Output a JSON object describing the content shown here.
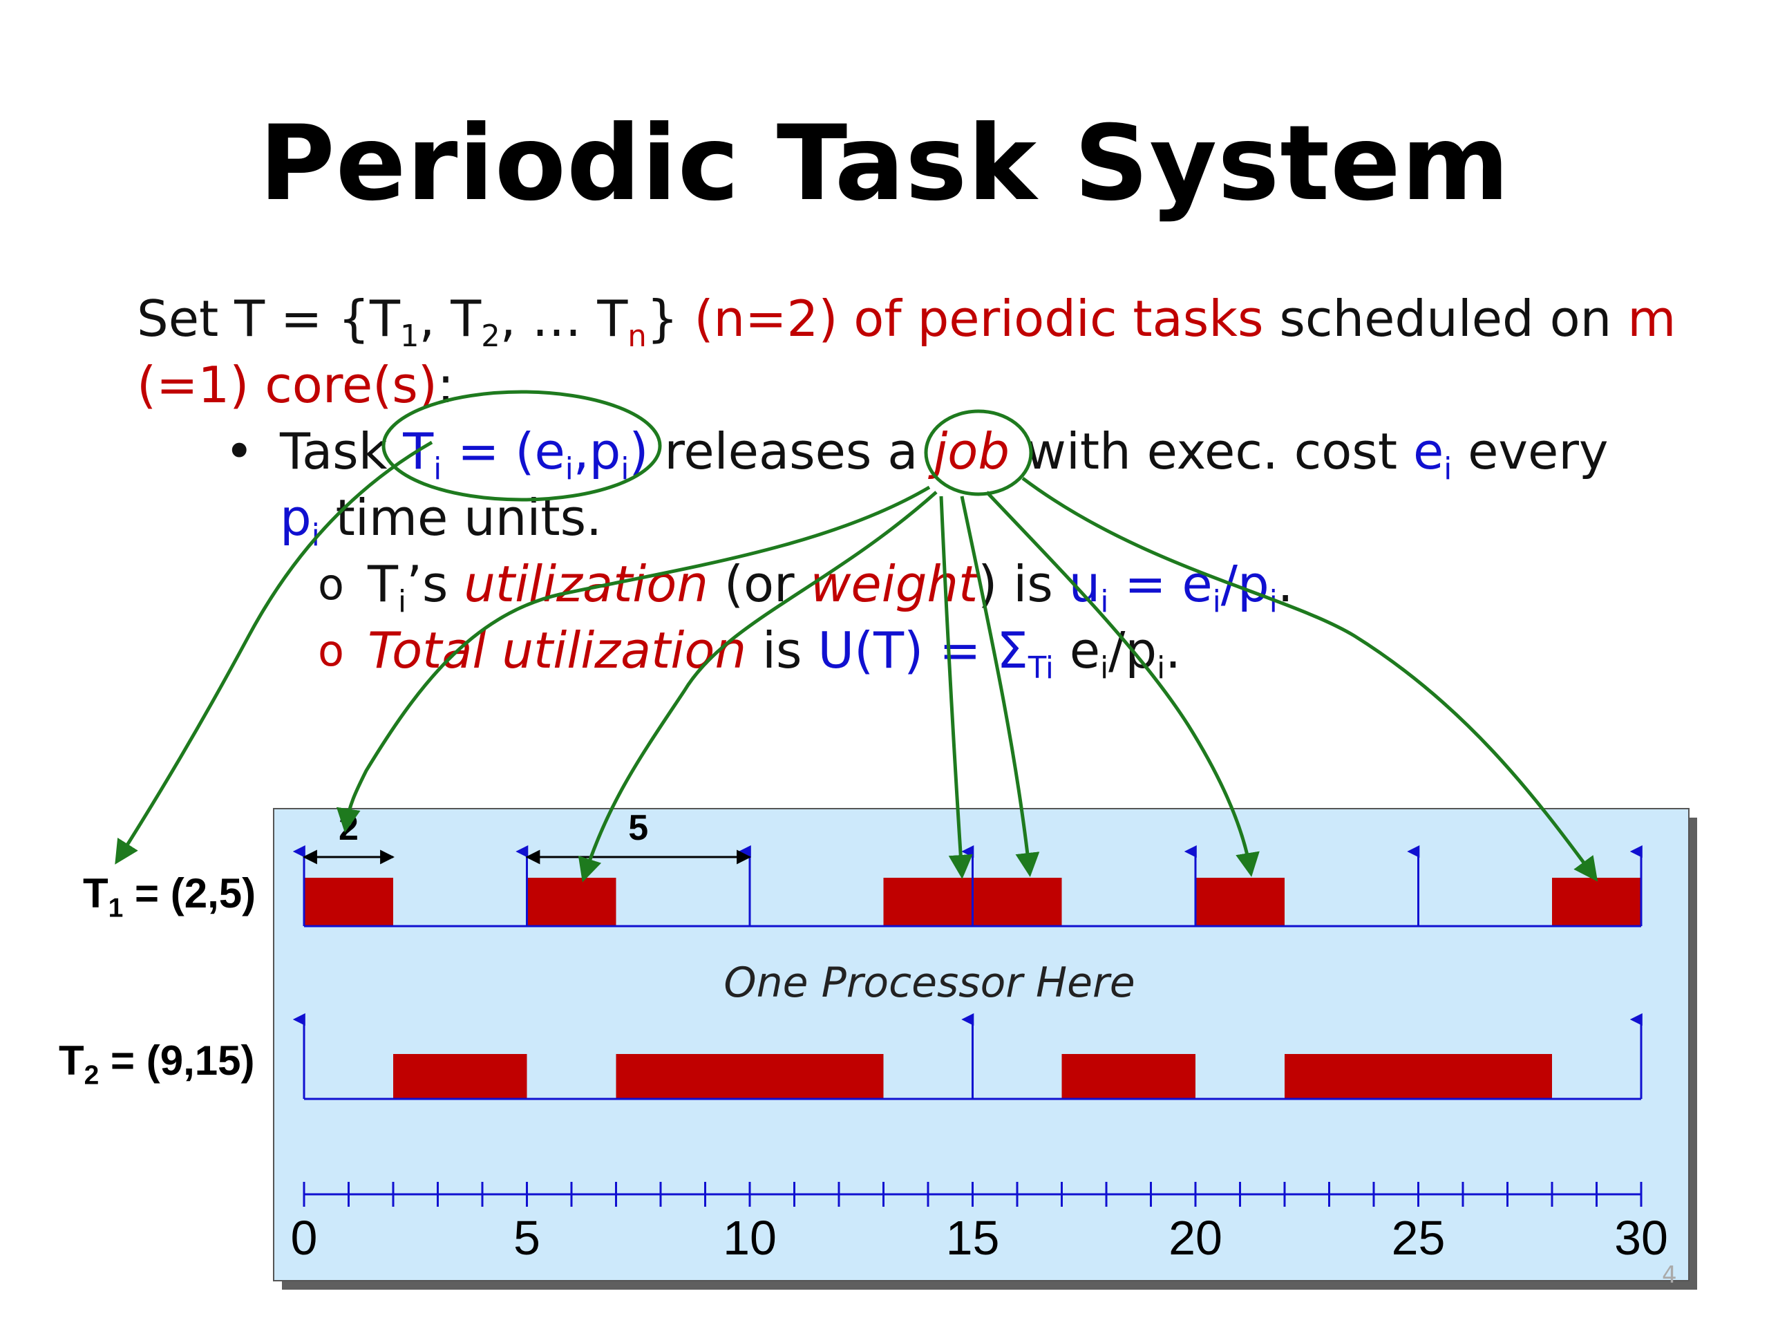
{
  "slide": {
    "title": "Periodic Task System",
    "line1": {
      "a": "Set T = {T",
      "s1": "1",
      "b": ", T",
      "s2": "2",
      "c": ", … T",
      "s3": "n",
      "d": "} ",
      "e": "(n=2) of periodic tasks",
      "f": " scheduled on ",
      "g": "m"
    },
    "line2": {
      "a": "(=1) core(s)",
      "b": ":"
    },
    "bullet1": {
      "marker": "•",
      "a": "Task ",
      "b": "T",
      "bs": "i",
      "c": " = (e",
      "cs": "i",
      "d": ",p",
      "ds": "i",
      "e": ")",
      "f": " releases a ",
      "g": "job",
      "h": " with exec. cost ",
      "i": "e",
      "is": "i",
      "j": " every"
    },
    "bullet1b": {
      "a": "p",
      "as": "i",
      "b": " time units."
    },
    "sub1": {
      "marker": "o",
      "a": "T",
      "as": "i",
      "b": "’s ",
      "c": "utilization",
      "d": " (or ",
      "e": "weight",
      "f": ") is ",
      "g": "u",
      "gs": "i",
      "h": " = e",
      "hs": "i",
      "k": "/p",
      "ks": "i",
      "l": "."
    },
    "sub2": {
      "marker": "o",
      "a": "Total utilization",
      "b": " is ",
      "c": "U(T) = Σ",
      "cs": "Ti",
      "d": " e",
      "ds": "i",
      "e": "/p",
      "es": "i",
      "f": "."
    },
    "page_number": "4"
  },
  "diagram": {
    "tasks": [
      {
        "label_main": "T",
        "label_sub": "1",
        "label_rest": " = (2,5)",
        "releases": [
          0,
          5,
          10,
          15,
          20,
          25,
          30
        ],
        "jobs": [
          [
            0,
            2
          ],
          [
            5,
            7
          ],
          [
            13,
            15
          ],
          [
            15,
            17
          ],
          [
            20,
            22
          ],
          [
            28,
            30
          ]
        ]
      },
      {
        "label_main": "T",
        "label_sub": "2",
        "label_rest": " = (9,15)",
        "releases": [
          0,
          15,
          30
        ],
        "jobs": [
          [
            2,
            5
          ],
          [
            7,
            13
          ],
          [
            17,
            20
          ],
          [
            22,
            28
          ]
        ]
      }
    ],
    "annotations": [
      {
        "text": "2",
        "from": 0,
        "to": 2
      },
      {
        "text": "5",
        "from": 5,
        "to": 10
      }
    ],
    "processor_label": "One Processor Here",
    "axis": {
      "min": 0,
      "max": 30,
      "tick_step": 1,
      "labels": [
        "0",
        "5",
        "10",
        "15",
        "20",
        "25",
        "30"
      ]
    },
    "colors": {
      "panel_bg": "#cde9fb",
      "job_fill": "#c00000",
      "timeline": "#1010d0",
      "highlight": "#1e7a1e"
    }
  }
}
